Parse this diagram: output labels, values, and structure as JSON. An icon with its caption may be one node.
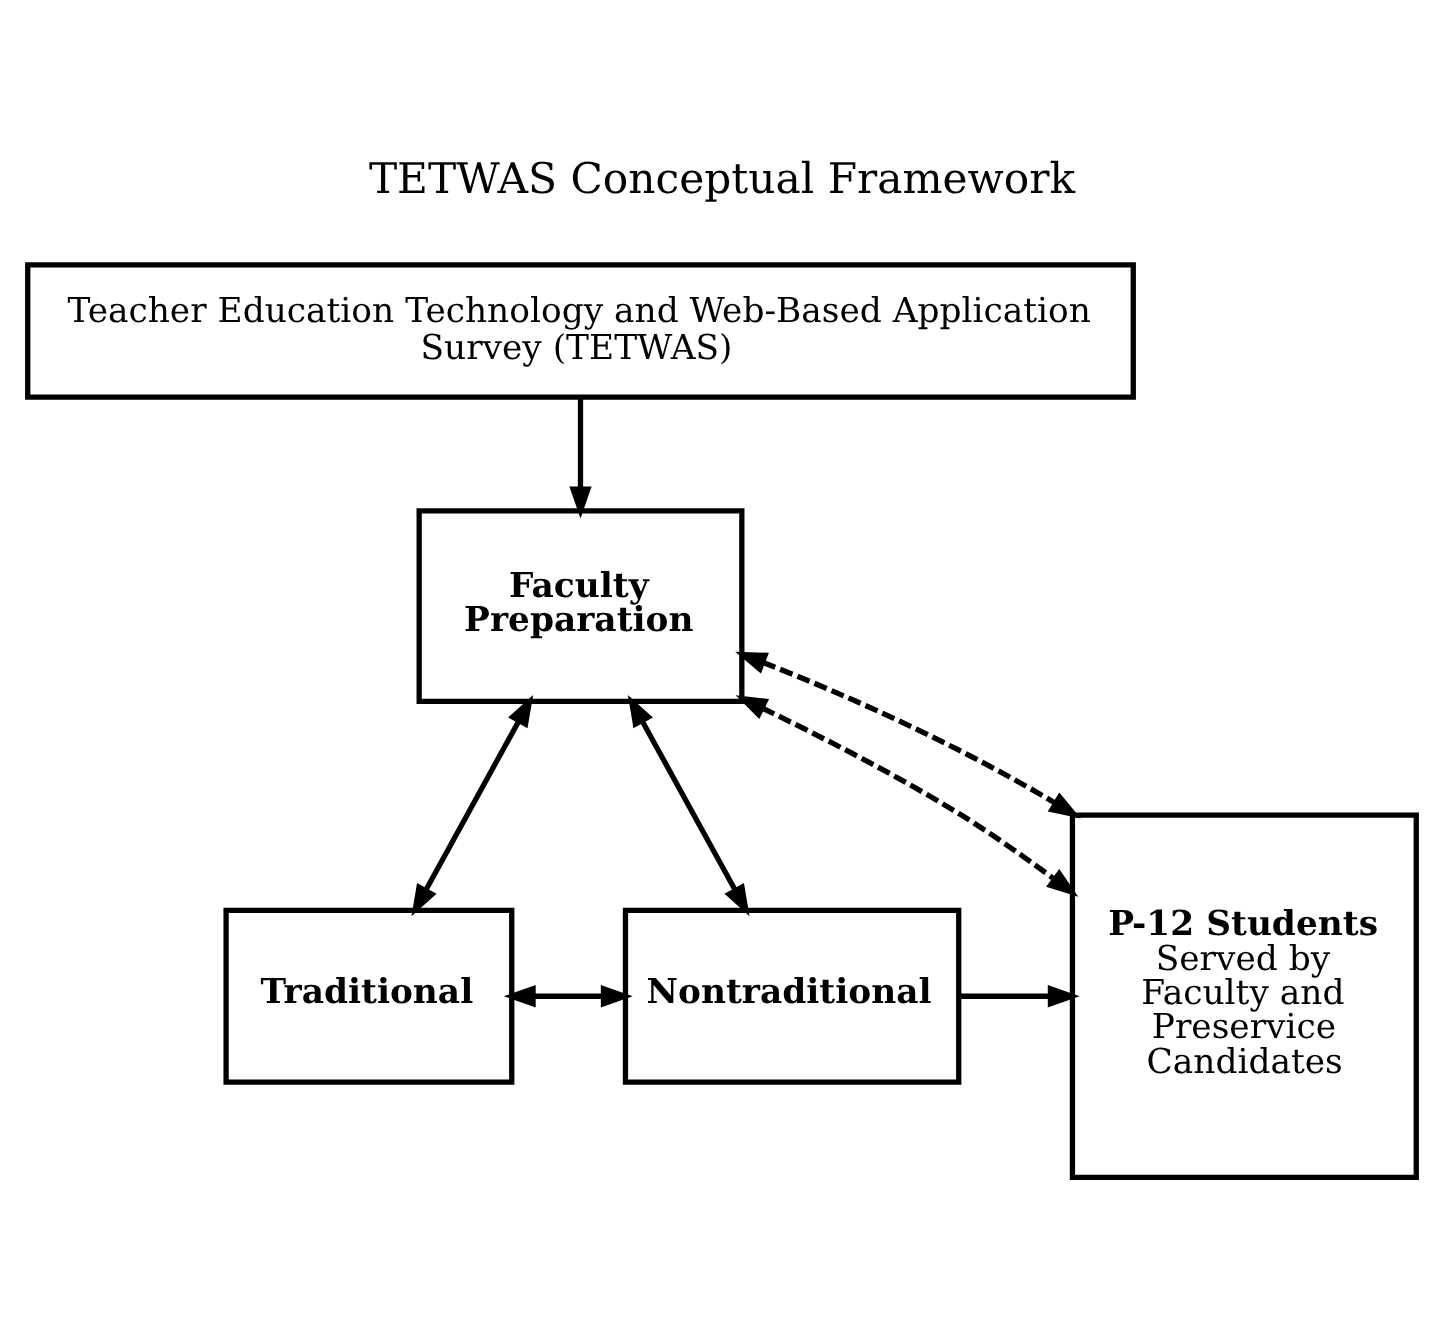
{
  "diagram": {
    "title": "TETWAS Conceptual Framework",
    "nodes": [
      {
        "text": [
          "Teacher Education Technology and Web-Based Application Survey (TETWAS)"
        ]
      },
      {
        "text": [
          "Faculty Preparation"
        ]
      },
      {
        "text": [
          "Traditional"
        ]
      },
      {
        "text": [
          "Nontraditional"
        ]
      },
      {
        "text": [
          "P-12 Students",
          "Served by Faculty and Preservice Candidates"
        ]
      }
    ],
    "edges": [
      {
        "from": 0,
        "to": 1,
        "arrow": "to"
      },
      {
        "from": 1,
        "to": 2,
        "arrow": "both"
      },
      {
        "from": 1,
        "to": 3,
        "arrow": "both"
      },
      {
        "from": 2,
        "to": 3,
        "arrow": "both"
      },
      {
        "from": 3,
        "to": 4,
        "arrow": "to"
      },
      {
        "from": 1,
        "to": 4,
        "arrow": "both",
        "style": "dashed"
      },
      {
        "from": 1,
        "to": 4,
        "arrow": "both",
        "style": "dashed"
      }
    ]
  }
}
